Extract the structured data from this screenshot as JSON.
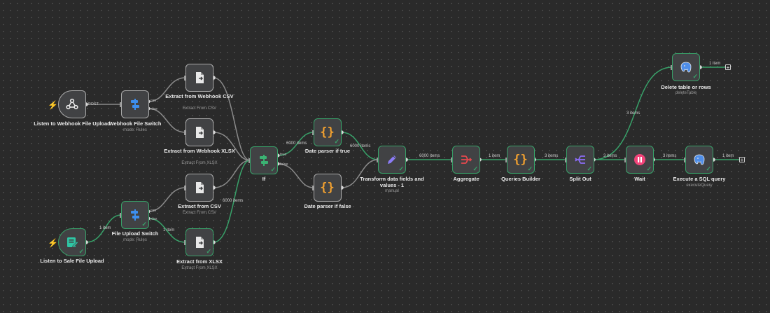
{
  "nodes": {
    "webhook_trigger": {
      "label": "Listen to Webhook File Upload",
      "icon": "webhook-icon"
    },
    "webhook_switch": {
      "label": "Webhook File Switch",
      "subtitle": "mode: Rules",
      "icon": "switch-icon"
    },
    "extract_webhook_csv": {
      "label": "Extract from Webhook CSV",
      "subtitle": "Extract From CSV",
      "icon": "file-extract-icon"
    },
    "extract_webhook_xlsx": {
      "label": "Extract from Webhook XLSX",
      "subtitle": "Extract From XLSX",
      "icon": "file-extract-icon"
    },
    "extract_csv": {
      "label": "Extract from CSV",
      "subtitle": "Extract From CSV",
      "icon": "file-extract-icon"
    },
    "extract_xlsx": {
      "label": "Extract from XLSX",
      "subtitle": "Extract From XLSX",
      "icon": "file-extract-icon"
    },
    "form_trigger": {
      "label": "Listen to Sale File Upload",
      "icon": "form-icon"
    },
    "upload_switch": {
      "label": "File Upload Switch",
      "subtitle": "mode: Rules",
      "icon": "switch-icon"
    },
    "if_node": {
      "label": "If",
      "icon": "if-icon"
    },
    "date_true": {
      "label": "Date parser if true",
      "icon": "code-braces-icon"
    },
    "date_false": {
      "label": "Date parser if false",
      "icon": "code-braces-icon"
    },
    "transform": {
      "label": "Transform data fields and values - 1",
      "subtitle": "manual",
      "icon": "pencil-icon"
    },
    "aggregate": {
      "label": "Aggregate",
      "icon": "aggregate-icon"
    },
    "queries_builder": {
      "label": "Queries Builder",
      "icon": "code-braces-icon"
    },
    "split_out": {
      "label": "Split Out",
      "icon": "split-out-icon"
    },
    "wait": {
      "label": "Wait",
      "icon": "pause-icon"
    },
    "delete_table": {
      "label": "Delete table or rows",
      "subtitle": "deleteTable",
      "icon": "postgres-icon"
    },
    "execute_sql": {
      "label": "Execute a SQL query",
      "subtitle": "executeQuery",
      "icon": "postgres-icon"
    }
  },
  "ports": {
    "post": "POST",
    "csv": "csv",
    "xlsx": "xlsx",
    "true": "true",
    "false": "false"
  },
  "edge_labels": {
    "form_to_switch": "1 item",
    "switch_to_xlsx": "1 item",
    "xlsx_to_if": "6000 items",
    "if_to_true": "6000 items",
    "true_to_transform": "6000 items",
    "transform_to_aggregate": "6000 items",
    "aggregate_to_queries": "1 item",
    "queries_to_split": "3 items",
    "split_to_wait": "3 items",
    "split_to_delete": "3 items",
    "delete_out": "1 item",
    "wait_to_execute": "3 items",
    "execute_out": "1 item"
  },
  "buttons": {
    "add": "+"
  },
  "colors": {
    "canvas": "#2a2a2a",
    "node_bg": "#414244",
    "success": "#38a169",
    "edge_default": "#8a8a8a",
    "trigger_bolt": "#e5484d",
    "switch_blue": "#3d8fef",
    "if_green": "#3bb273",
    "code_orange": "#f0a030",
    "transform_purple": "#8b7cf6",
    "aggregate_red": "#e5484d",
    "split_purple": "#8b6cf6",
    "wait_pink": "#f2447a",
    "postgres_blue": "#4f8ee8",
    "form_teal": "#2fc6a5"
  }
}
